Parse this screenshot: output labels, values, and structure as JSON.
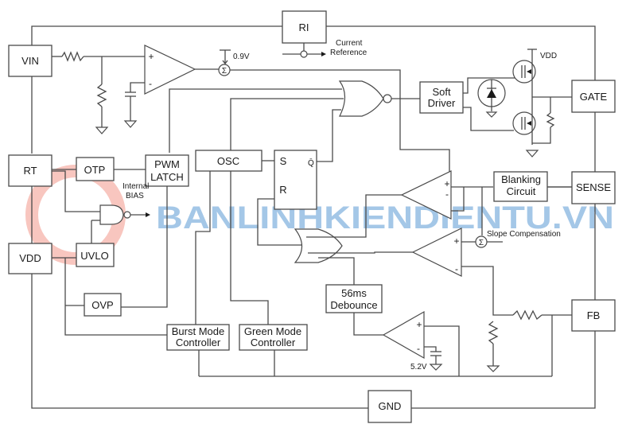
{
  "blocks": {
    "vin": "VIN",
    "ri": "RI",
    "rt": "RT",
    "vdd": "VDD",
    "otp": "OTP",
    "uvlo": "UVLO",
    "pwm_latch": [
      "PWM",
      "LATCH"
    ],
    "osc": "OSC",
    "ovp": "OVP",
    "burst_mode": [
      "Burst Mode",
      "Controller"
    ],
    "green_mode": [
      "Green Mode",
      "Controller"
    ],
    "soft_driver": [
      "Soft",
      "Driver"
    ],
    "gate": "GATE",
    "blanking": [
      "Blanking",
      "Circuit"
    ],
    "sense": "SENSE",
    "debounce": [
      "56ms",
      "Debounce"
    ],
    "fb": "FB",
    "gnd": "GND"
  },
  "flipflop": {
    "s": "S",
    "r": "R",
    "qbar": "Q̄"
  },
  "labels": {
    "v09": "0.9V",
    "current_reference": [
      "Current",
      "Reference"
    ],
    "internal_bias": [
      "Internal",
      "BIAS"
    ],
    "vdd_rail": "VDD",
    "slope_compensation": "Slope Compensation",
    "v52": "5.2V",
    "sigma": "Σ",
    "plus": "+",
    "minus": "-"
  },
  "watermark": "BANLINHKIENDIENTU.VN",
  "colors": {
    "wire": "#4a4a4a",
    "watermark_blue": "#5b9bd5",
    "watermark_red": "#f08070"
  }
}
